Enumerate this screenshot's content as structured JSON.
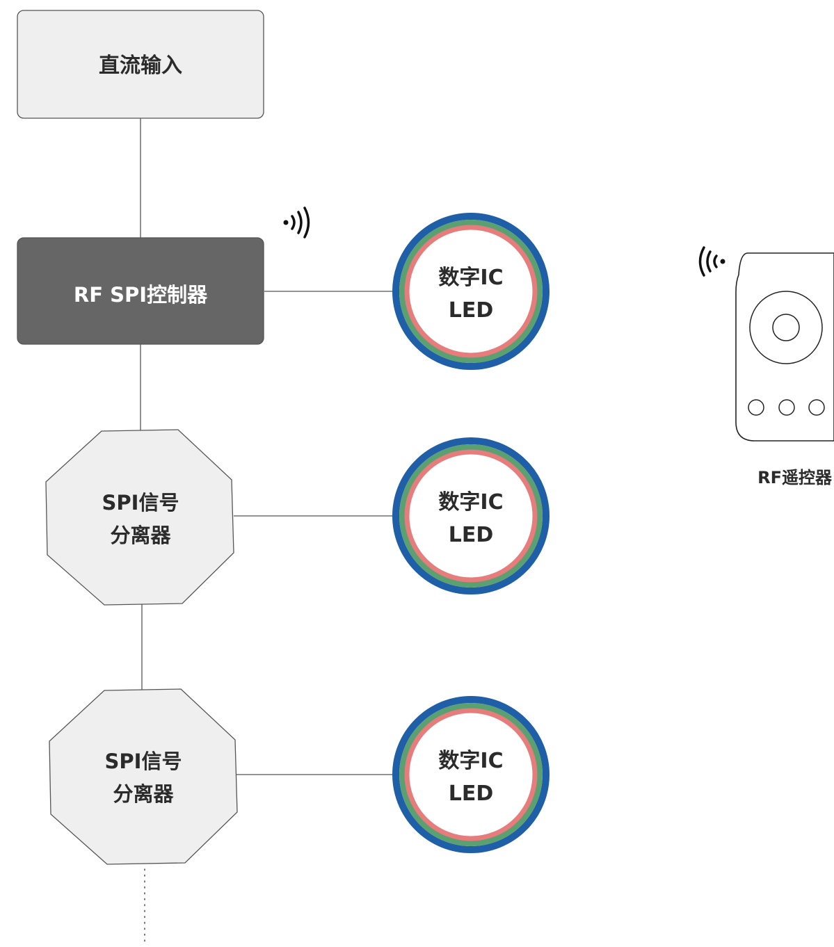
{
  "colors": {
    "box_fill": "#efefef",
    "box_stroke": "#555555",
    "controller_fill": "#666666",
    "line": "#555555",
    "ring_outer": "#1f5fa8",
    "ring_middle": "#5aa070",
    "ring_inner": "#e77c7c",
    "text_dark": "#2b2b2b",
    "text_light": "#ffffff"
  },
  "dc_input": {
    "label": "直流输入"
  },
  "controller": {
    "label": "RF SPI控制器",
    "signal_icon": "wireless-signal-icon"
  },
  "splitters": [
    {
      "line1": "SPI信号",
      "line2": "分离器"
    },
    {
      "line1": "SPI信号",
      "line2": "分离器"
    }
  ],
  "leds": [
    {
      "line1": "数字IC",
      "line2": "LED"
    },
    {
      "line1": "数字IC",
      "line2": "LED"
    },
    {
      "line1": "数字IC",
      "line2": "LED"
    }
  ],
  "remote": {
    "label": "RF遥控器",
    "signal_icon": "wireless-signal-icon"
  }
}
